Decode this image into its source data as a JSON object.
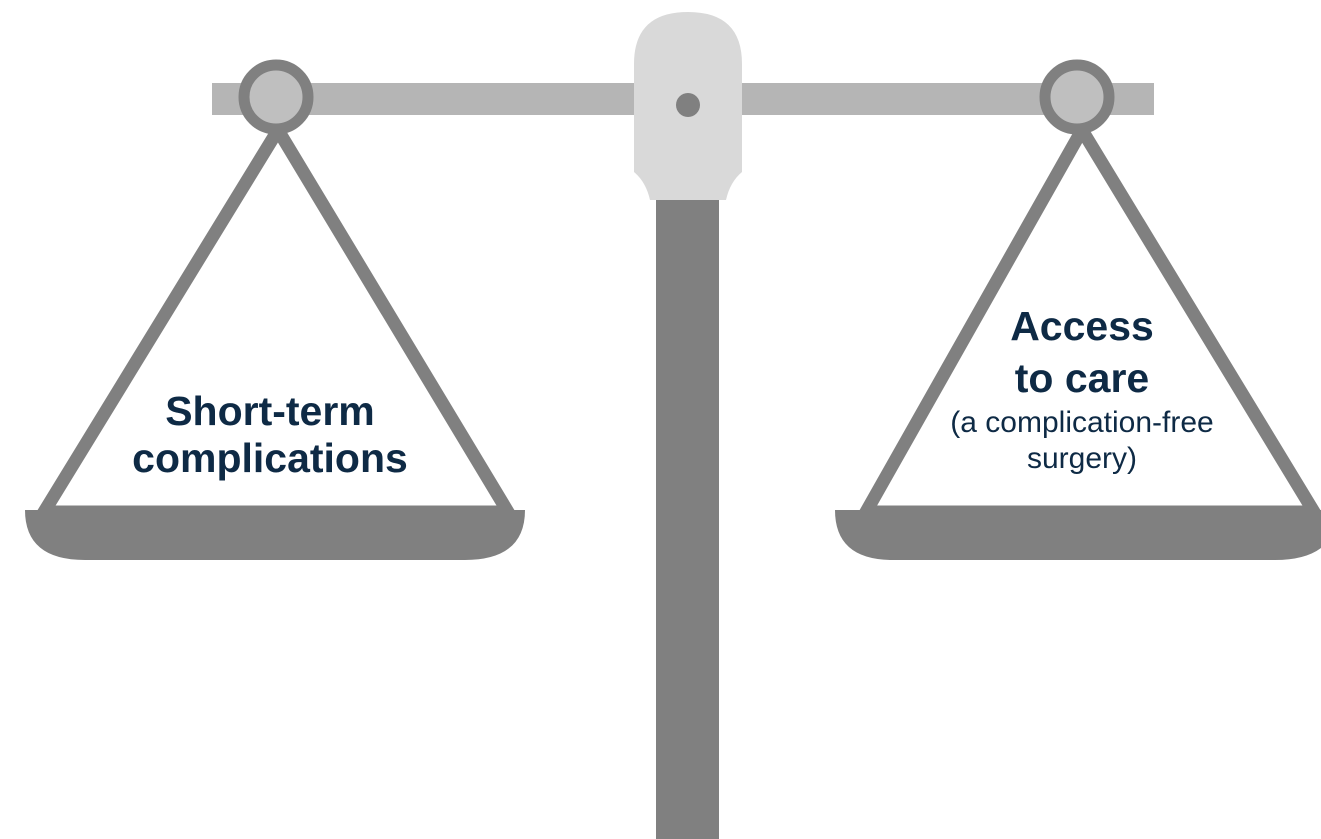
{
  "left_pan": {
    "lines": [
      "Short-term",
      "complications"
    ]
  },
  "right_pan": {
    "lines": [
      "Access",
      "to care"
    ],
    "sub_lines": [
      "(a complication-free",
      "surgery)"
    ]
  },
  "colors": {
    "beam": "#b5b5b5",
    "pivot_cap": "#d9d9d9",
    "post": "#808080",
    "pan": "#808080",
    "hanger_ring": "#bfbfbf",
    "text": "#0e2a45"
  }
}
